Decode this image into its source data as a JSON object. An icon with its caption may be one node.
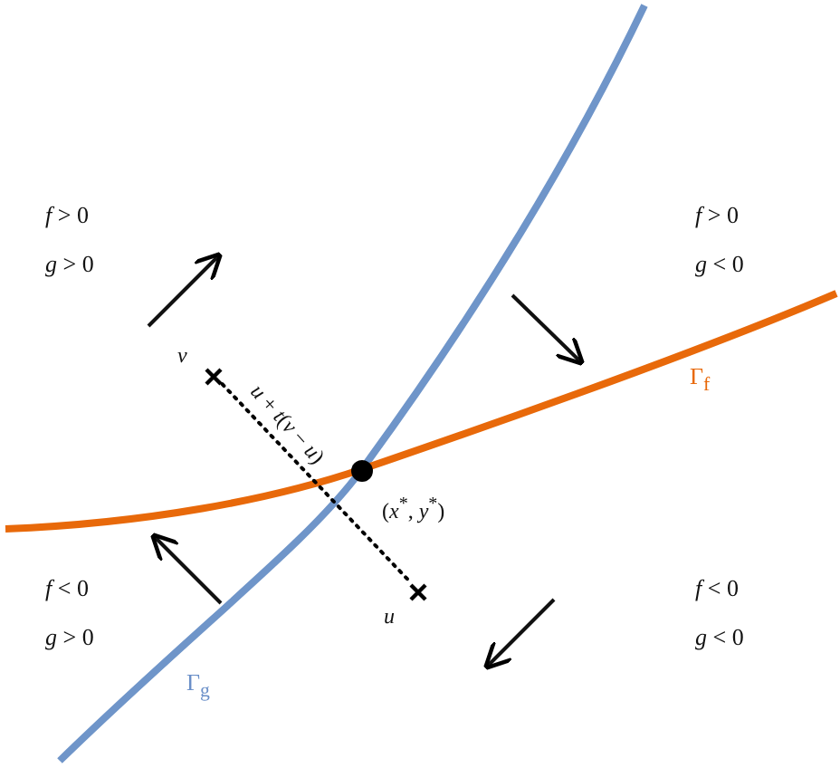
{
  "diagram": {
    "nodes": [
      {
        "text": [],
        "shape": "circle",
        "beside": [
          "(*x*$^{*}$, *y*$^{*}$)"
        ]
      },
      {
        "text": [],
        "shape": "cross",
        "beside": [
          "*v*"
        ]
      },
      {
        "text": [],
        "shape": "cross",
        "beside": [
          "*u*"
        ]
      }
    ],
    "edges": [
      {
        "from": 1,
        "to": 2,
        "arrow": "none",
        "style": "dashed",
        "label": "*u* + *t*(*v* − *u*)"
      }
    ],
    "labels": [
      "*f* > 0",
      "*f* > 0",
      "*g* > 0",
      "*g* < 0",
      "Γ$_{f}$",
      "*f* < 0",
      "*f* < 0",
      "*g* > 0",
      "*g* < 0",
      "Γ$_{g}$"
    ]
  }
}
